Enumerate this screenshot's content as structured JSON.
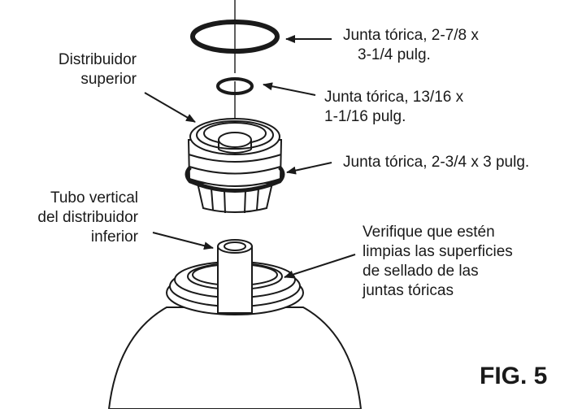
{
  "labels": {
    "oring_large": [
      "Junta tórica, 2-7/8 x",
      "3-1/4 pulg."
    ],
    "top_distributor": [
      "Distribuidor",
      "superior"
    ],
    "oring_small": [
      "Junta tórica, 13/16 x",
      "1-1/16 pulg."
    ],
    "oring_medium": [
      "Junta tórica, 2-3/4 x 3 pulg."
    ],
    "riser_tube": [
      "Tubo vertical",
      "del distribuidor",
      "inferior"
    ],
    "verify_note": [
      "Verifique que estén",
      "limpias las superficies",
      "de sellado de las",
      "juntas tóricas"
    ]
  },
  "figure_label": "FIG. 5"
}
